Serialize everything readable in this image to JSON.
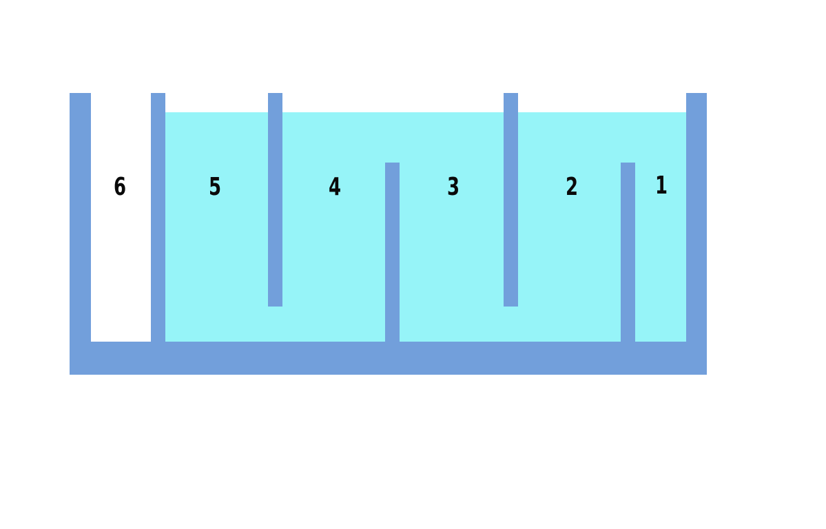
{
  "colors": {
    "background": "#ffffff",
    "wall": "#729fdb",
    "water": "#96f4f8",
    "label": "#0a0a0a"
  },
  "chambers": [
    {
      "label": "6"
    },
    {
      "label": "5"
    },
    {
      "label": "4"
    },
    {
      "label": "3"
    },
    {
      "label": "2"
    },
    {
      "label": "1"
    }
  ]
}
